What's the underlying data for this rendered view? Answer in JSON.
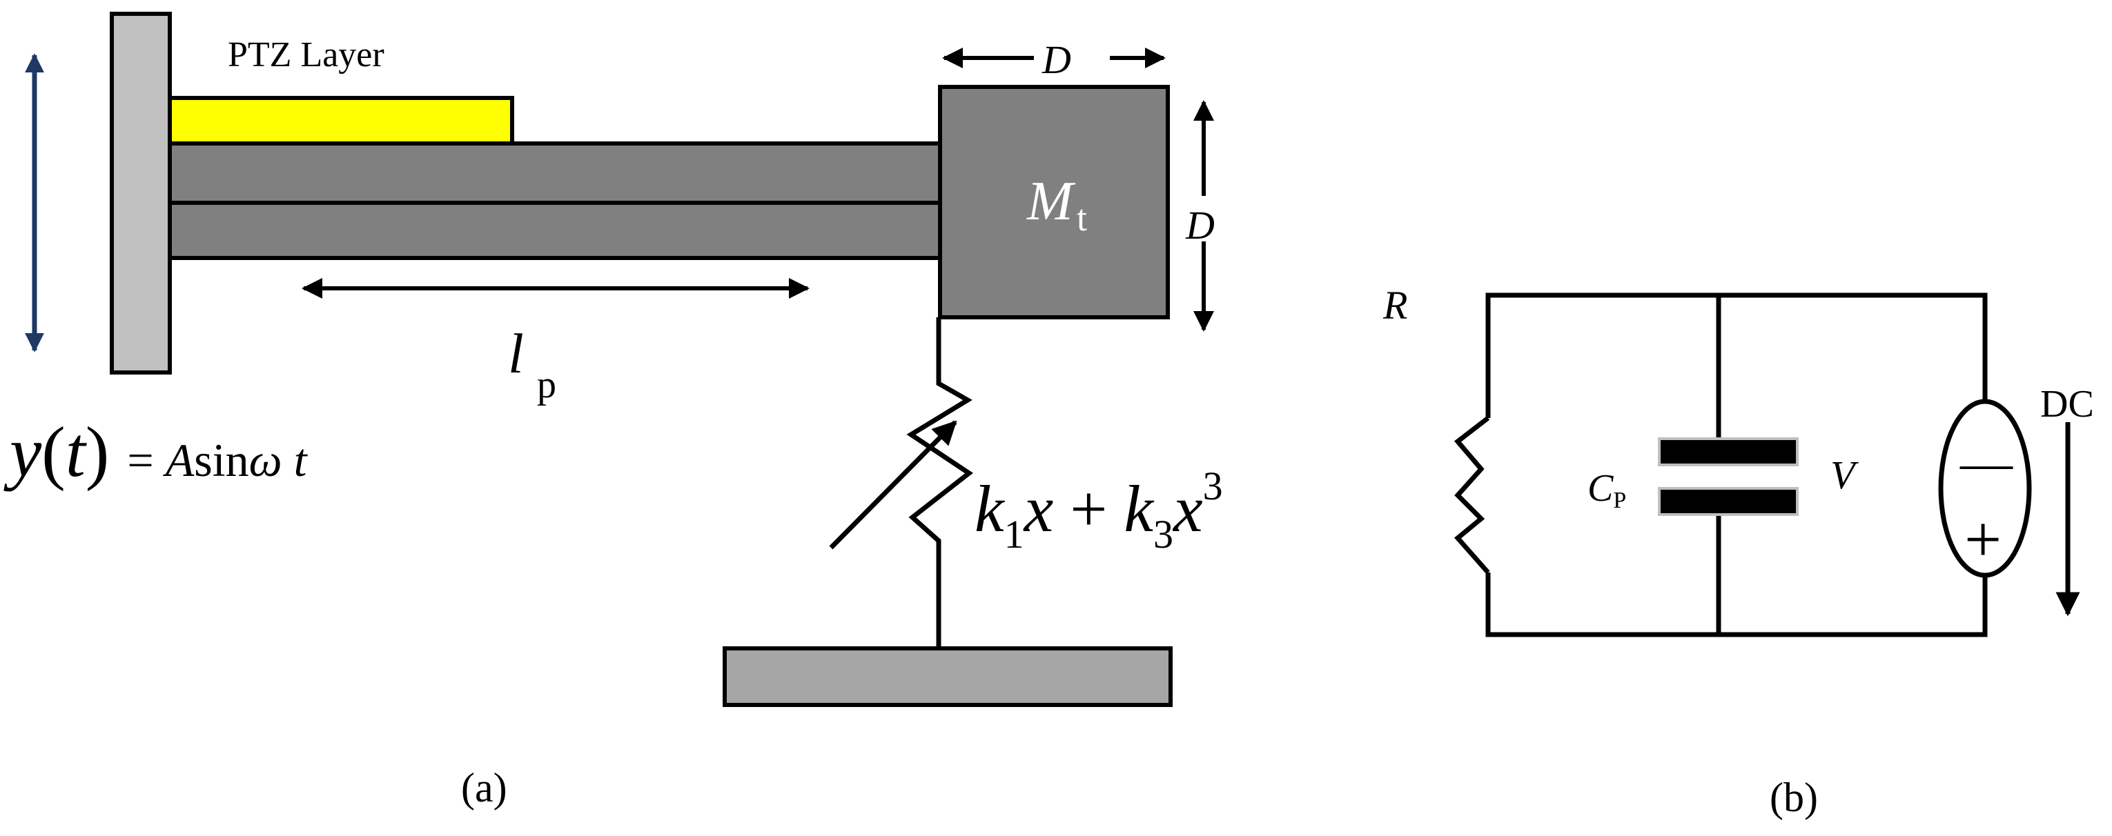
{
  "panel_a": {
    "ptz_label": "PTZ Layer",
    "mass_symbol": "M",
    "mass_subscript": "t",
    "dim_width": "D",
    "dim_height": "D",
    "length_symbol": "l",
    "length_subscript": "p",
    "excitation": {
      "y": "y",
      "t_arg": "t",
      "eq": "= ",
      "A": "A",
      "sin": "sin",
      "omega": "ω",
      "t": "t"
    },
    "spring": {
      "k1": "k",
      "k1_sub": "1",
      "x1": "x",
      "plus": " + ",
      "k3": "k",
      "k3_sub": "3",
      "x3": "x",
      "exp": "3"
    },
    "caption": "(a)"
  },
  "panel_b": {
    "resistor_label": "R",
    "capacitor_symbol": "C",
    "capacitor_subscript": "P",
    "voltage_label": "V",
    "source_label": "DC",
    "minus_sign": "—",
    "plus_sign": "+",
    "caption": "(b)"
  },
  "colors": {
    "ptz_layer": "#ffff00",
    "beam": "#808080",
    "clamp": "#c0c0c0",
    "base": "#a6a6a6",
    "arrow_left": "#1f3864"
  }
}
